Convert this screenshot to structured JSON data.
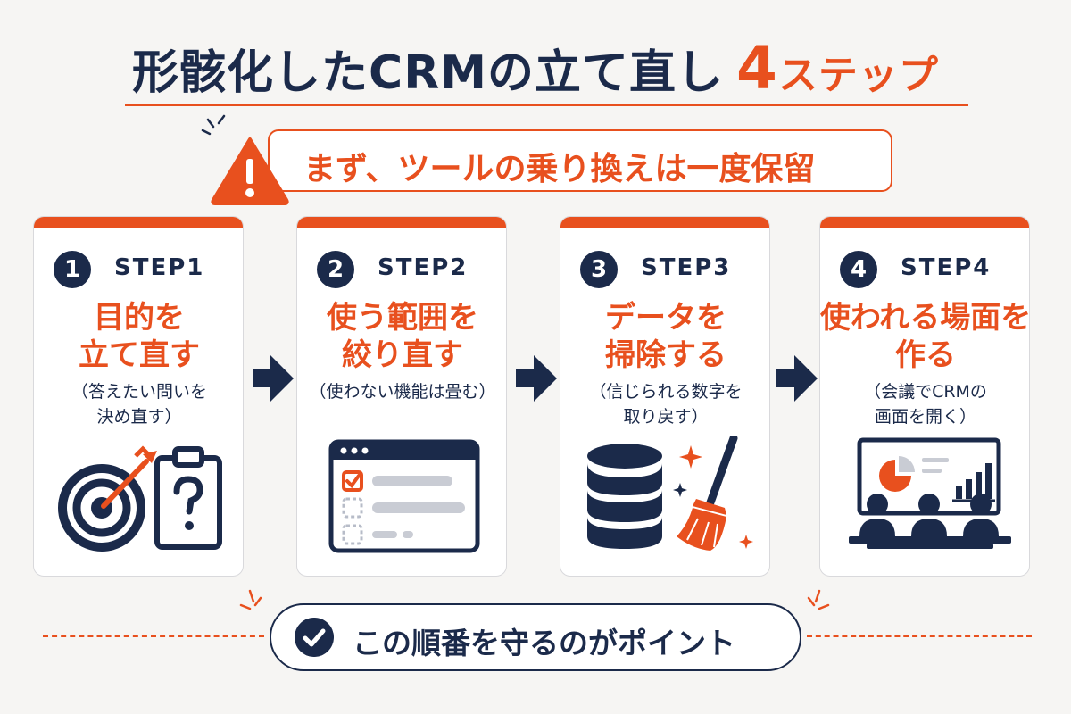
{
  "title": {
    "main": "形骸化したCRMの立て直し",
    "number": "4",
    "suffix": "ステップ"
  },
  "warning": {
    "text": "まず、ツールの乗り換えは一度保留",
    "icon": "warning-triangle-icon"
  },
  "steps": [
    {
      "num": "1",
      "label": "STEP1",
      "title_lines": [
        "目的を",
        "立て直す"
      ],
      "sub_lines": [
        "（答えたい問いを",
        "決め直す）"
      ],
      "icon": "target-and-question-clipboard-icon"
    },
    {
      "num": "2",
      "label": "STEP2",
      "title_lines": [
        "使う範囲を",
        "絞り直す"
      ],
      "sub_lines": [
        "（使わない機能は畳む）"
      ],
      "icon": "checklist-window-icon"
    },
    {
      "num": "3",
      "label": "STEP3",
      "title_lines": [
        "データを",
        "掃除する"
      ],
      "sub_lines": [
        "（信じられる数字を",
        "取り戻す）"
      ],
      "icon": "database-broom-icon"
    },
    {
      "num": "4",
      "label": "STEP4",
      "title_lines": [
        "使われる場面を",
        "作る"
      ],
      "sub_lines": [
        "（会議でCRMの",
        "画面を開く）"
      ],
      "icon": "meeting-dashboard-icon"
    }
  ],
  "footer": {
    "text": "この順番を守るのがポイント",
    "icon": "check-circle-icon"
  },
  "colors": {
    "accent": "#e8501e",
    "navy": "#1b2a4a",
    "background": "#f6f5f3",
    "light_gray": "#c9ccd4"
  }
}
